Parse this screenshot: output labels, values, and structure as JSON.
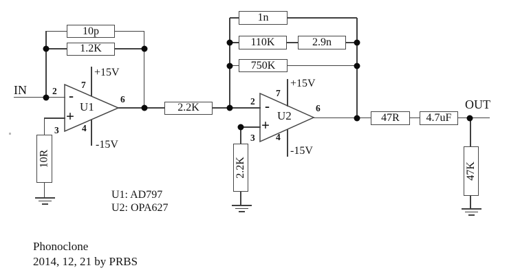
{
  "colors": {
    "line": "#3f3f3f",
    "text": "#151515",
    "background": "#ffffff",
    "junction": "#0b0b0b"
  },
  "io": {
    "in": "IN",
    "out": "OUT"
  },
  "u1": {
    "ref": "U1",
    "pin2": "2",
    "pin3": "3",
    "pin4": "4",
    "pin6": "6",
    "pin7": "7",
    "inverting": "-",
    "noninverting": "+",
    "supply_pos": "+15V",
    "supply_neg": "-15V"
  },
  "u2": {
    "ref": "U2",
    "pin2": "2",
    "pin3": "3",
    "pin4": "4",
    "pin6": "6",
    "pin7": "7",
    "inverting": "-",
    "noninverting": "+",
    "supply_pos": "+15V",
    "supply_neg": "-15V"
  },
  "components": {
    "c_feedback_u1": "10p",
    "r_feedback_u1": "1.2K",
    "r_input_gnd": "10R",
    "r_interstage": "2.2K",
    "c_feedback_u2_top": "1n",
    "r_feedback_u2": "110K",
    "c_feedback_u2_series": "2.9n",
    "r_feedback_u2_dc": "750K",
    "r_u2_noninv_gnd": "2.2K",
    "r_output_series": "47R",
    "c_output_coupling": "4.7uF",
    "r_output_load": "47K"
  },
  "annotations": {
    "u1_part": "U1: AD797",
    "u2_part": "U2: OPA627",
    "title": "Phonoclone",
    "subtitle": "2014, 12, 21 by PRBS"
  }
}
